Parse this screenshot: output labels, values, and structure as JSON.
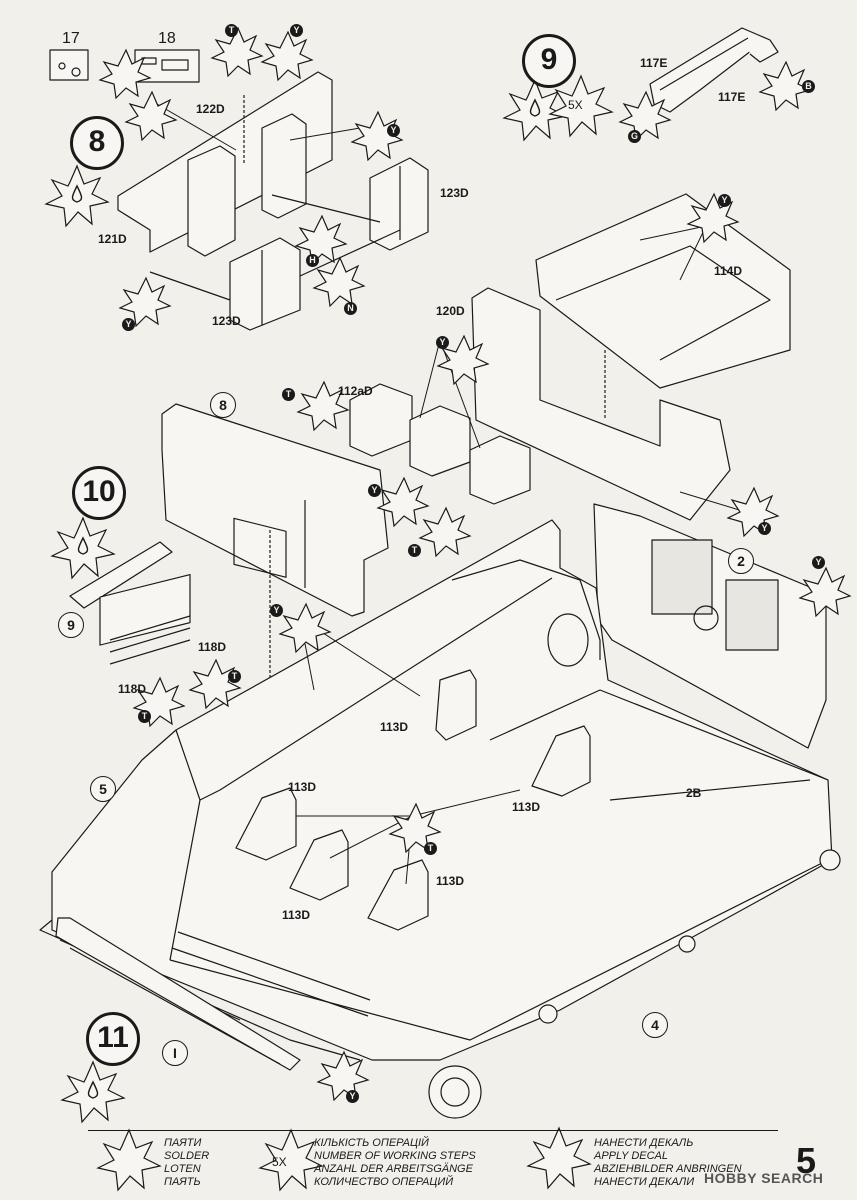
{
  "steps": {
    "s8": "8",
    "s9": "9",
    "s10": "10",
    "s11": "11"
  },
  "refs": {
    "r17": "17",
    "r18": "18"
  },
  "part_labels": {
    "p122D": "122D",
    "p121D": "121D",
    "p123D_right": "123D",
    "p123D_bottom": "123D",
    "p117E_top": "117E",
    "p117E_bottom": "117E",
    "p114D": "114D",
    "p120D": "120D",
    "p112aD": "112aD",
    "p118D_a": "118D",
    "p118D_b": "118D",
    "p113D_1": "113D",
    "p113D_2": "113D",
    "p113D_3": "113D",
    "p113D_4": "113D",
    "p113D_5": "113D",
    "p2B": "2B"
  },
  "sub_numbers": {
    "n8": "8",
    "n2": "2",
    "n9": "9",
    "n5": "5",
    "n1": "I",
    "n4": "4"
  },
  "steps_count_label": "5X",
  "legend": {
    "glue": [
      "ПАЯТИ",
      "SOLDER",
      "LOTEN",
      "ПАЯТЬ"
    ],
    "steps_icon": "5X",
    "steps": [
      "КІЛЬКІСТЬ ОПЕРАЦІЙ",
      "NUMBER OF WORKING STEPS",
      "ANZAHL DER ARBEITSGÄNGE",
      "КОЛИЧЕСТВО ОПЕРАЦИЙ"
    ],
    "decal": [
      "НАНЕСТИ ДЕКАЛЬ",
      "APPLY DECAL",
      "ABZIEHBILDER ANBRINGEN",
      "НАНЕСТИ ДЕКАЛИ"
    ]
  },
  "page_number": "5",
  "watermark": "HOBBY SEARCH"
}
